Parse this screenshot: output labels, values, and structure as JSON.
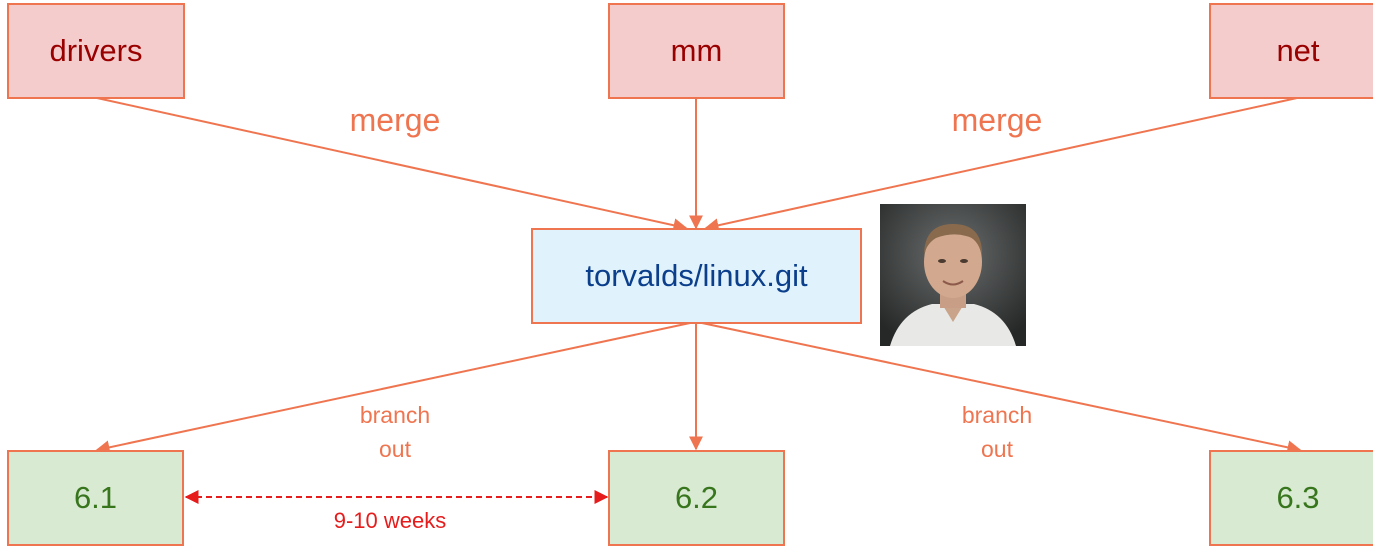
{
  "nodes": {
    "drivers": "drivers",
    "mm": "mm",
    "net": "net",
    "repo": "torvalds/linux.git",
    "v61": "6.1",
    "v62": "6.2",
    "v63": "6.3"
  },
  "edge_labels": {
    "merge_left": "merge",
    "merge_right": "merge",
    "branch_left": "branch\nout",
    "branch_right": "branch\nout",
    "release_interval": "9-10 weeks"
  },
  "colors": {
    "arrow": "#ef7550",
    "interval_arrow": "#e61c1c",
    "source_fill": "#f4cccc",
    "source_text": "#990000",
    "repo_fill": "#e0f2fb",
    "repo_text": "#0b3f8c",
    "release_fill": "#d9ead3",
    "release_text": "#38761d"
  }
}
